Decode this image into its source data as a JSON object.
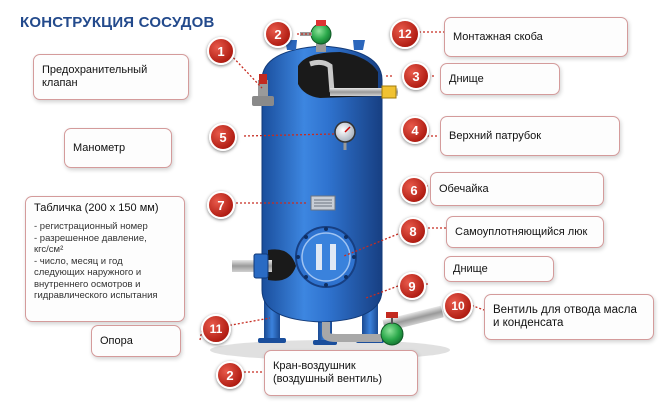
{
  "title": "КОНСТРУКЦИЯ СОСУДОВ",
  "numbers": {
    "n1": "1",
    "n2a": "2",
    "n2b": "2",
    "n3": "3",
    "n4": "4",
    "n5": "5",
    "n6": "6",
    "n7": "7",
    "n8": "8",
    "n9": "9",
    "n10": "10",
    "n11": "11",
    "n12": "12"
  },
  "labels": {
    "safety_valve": "Предохранительный клапан",
    "mount_bracket": "Монтажная скоба",
    "top_head": "Днище",
    "upper_pipe": "Верхний патрубок",
    "manometer": "Манометр",
    "shell": "Обечайка",
    "plate_title": "Табличка (200 х 150 мм)",
    "plate_details": "- регистрационный номер\n- разрешенное давление,\nкгс/см²\n- число, месяц и год\nследующих наружного и\nвнутреннего осмотров и\nгидравлического испытания",
    "manhole": "Самоуплотняющийся люк",
    "bottom_head": "Днище",
    "drain_valve": "Вентиль для отвода масла и конденсата",
    "support": "Опора",
    "air_valve": "Кран-воздушник (воздушный вентиль)"
  },
  "colors": {
    "vessel": "#2a6bc4",
    "badge": "#c0281c",
    "title": "#234a8c",
    "valve": "#2aa84a"
  }
}
